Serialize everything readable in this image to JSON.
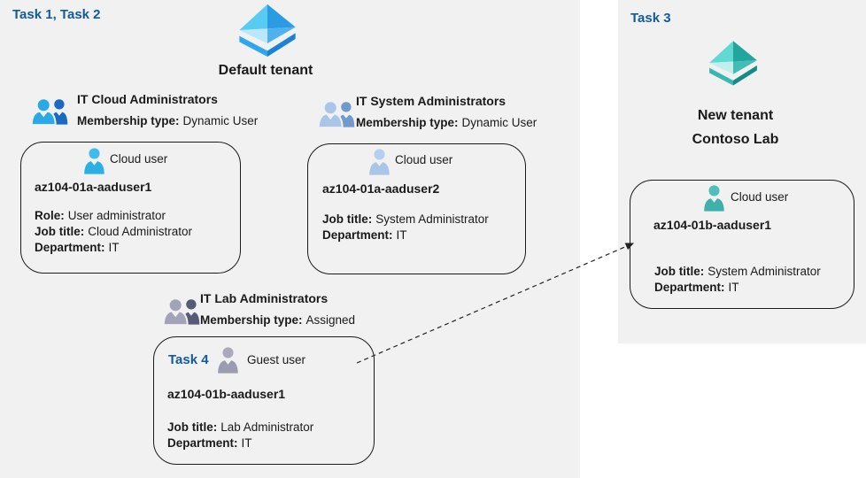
{
  "colors": {
    "panel_background": "#f1f1f1",
    "task_label_blue": "#115a9e",
    "text": "#1a1a1a",
    "card_border": "#1a1a1a",
    "tenant_icon_blue_light": "#58cbf3",
    "tenant_icon_blue_dark": "#2b9ce4",
    "tenant_icon_teal_light": "#60d9d3",
    "tenant_icon_teal_dark": "#21a69d",
    "group_icon_blue": "#2aaae4",
    "group_icon_steelblue": "#a9c5e8",
    "group_icon_gray": "#a2a3b8",
    "person_icon_blue": "#29b0e6",
    "person_icon_steelblue": "#a9c5e8",
    "person_icon_gray": "#9c9cb0",
    "person_icon_teal": "#40b1aa",
    "arrow": "#222222"
  },
  "icons": {
    "default_tenant": "azure-ad-tenant-pyramid-blue",
    "new_tenant": "azure-ad-tenant-pyramid-teal",
    "group_blue": "group-users-icon-blue",
    "group_steelblue": "group-users-icon-steelblue",
    "group_gray": "group-users-icon-gray",
    "person_blue": "person-icon-blue",
    "person_steelblue": "person-icon-steelblue",
    "person_gray": "person-icon-gray",
    "person_teal": "person-icon-teal",
    "arrow": "dashed-guest-invite-arrow"
  },
  "left_panel": {
    "task_label": "Task 1, Task 2",
    "tenant_label": "Default tenant",
    "groups": [
      {
        "title": "IT Cloud Administrators",
        "membership_label": "Membership type:",
        "membership_value": "Dynamic User",
        "card": {
          "user_type": "Cloud user",
          "username": "az104-01a-aaduser1",
          "fields": [
            {
              "label": "Role:",
              "value": "User administrator"
            },
            {
              "label": "Job title:",
              "value": "Cloud Administrator"
            },
            {
              "label": "Department:",
              "value": "IT"
            }
          ]
        }
      },
      {
        "title": "IT System Administrators",
        "membership_label": "Membership type:",
        "membership_value": "Dynamic User",
        "card": {
          "user_type": "Cloud user",
          "username": "az104-01a-aaduser2",
          "fields": [
            {
              "label": "Job title:",
              "value": "System Administrator"
            },
            {
              "label": "Department:",
              "value": "IT"
            }
          ]
        }
      },
      {
        "title": "IT Lab Administrators",
        "membership_label": "Membership type:",
        "membership_value": "Assigned",
        "card": {
          "task_label": "Task 4",
          "user_type": "Guest user",
          "username": "az104-01b-aaduser1",
          "fields": [
            {
              "label": "Job title:",
              "value": "Lab Administrator"
            },
            {
              "label": "Department:",
              "value": "IT"
            }
          ]
        }
      }
    ]
  },
  "right_panel": {
    "task_label": "Task 3",
    "tenant_label_line1": "New tenant",
    "tenant_label_line2": "Contoso Lab",
    "card": {
      "user_type": "Cloud user",
      "username": "az104-01b-aaduser1",
      "fields": [
        {
          "label": "Job title:",
          "value": "System Administrator"
        },
        {
          "label": "Department:",
          "value": "IT"
        }
      ]
    }
  }
}
